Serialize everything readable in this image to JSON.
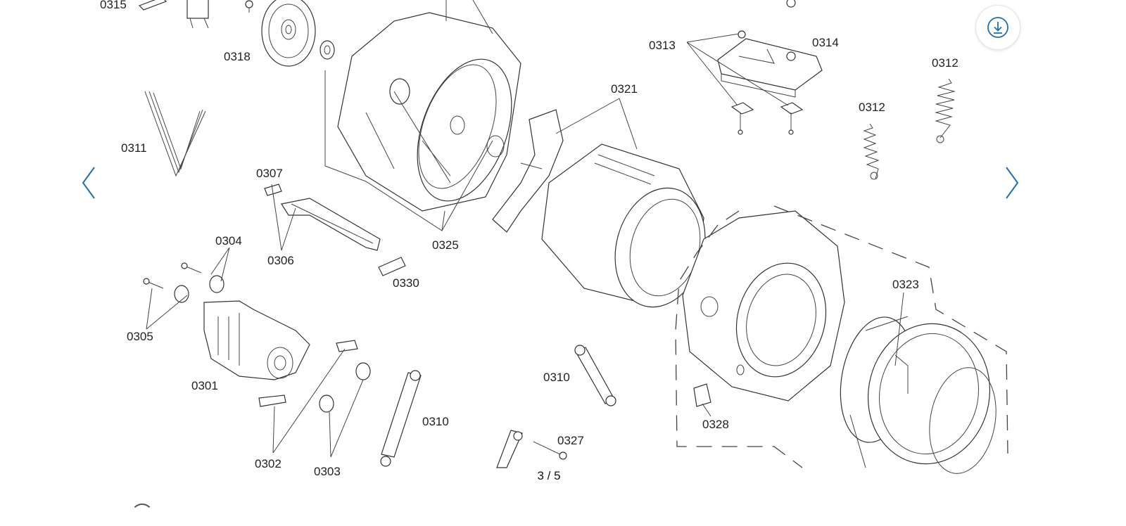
{
  "viewer": {
    "counter": "3 / 5",
    "prev_label": "Previous image",
    "next_label": "Next image",
    "download_label": "Download"
  },
  "parts": {
    "p0315": "0315",
    "p0318": "0318",
    "p0311": "0311",
    "p0307": "0307",
    "p0306": "0306",
    "p0304": "0304",
    "p0305": "0305",
    "p0301": "0301",
    "p0302": "0302",
    "p0303": "0303",
    "p0310a": "0310",
    "p0310b": "0310",
    "p0325": "0325",
    "p0330": "0330",
    "p0321": "0321",
    "p0313": "0313",
    "p0314": "0314",
    "p0312a": "0312",
    "p0312b": "0312",
    "p0323": "0323",
    "p0327": "0327",
    "p0328": "0328"
  },
  "colors": {
    "accent": "#1f6fb2",
    "line": "#333333"
  },
  "icons": {
    "prev": "chevron-left-icon",
    "next": "chevron-right-icon",
    "download": "download-icon"
  }
}
